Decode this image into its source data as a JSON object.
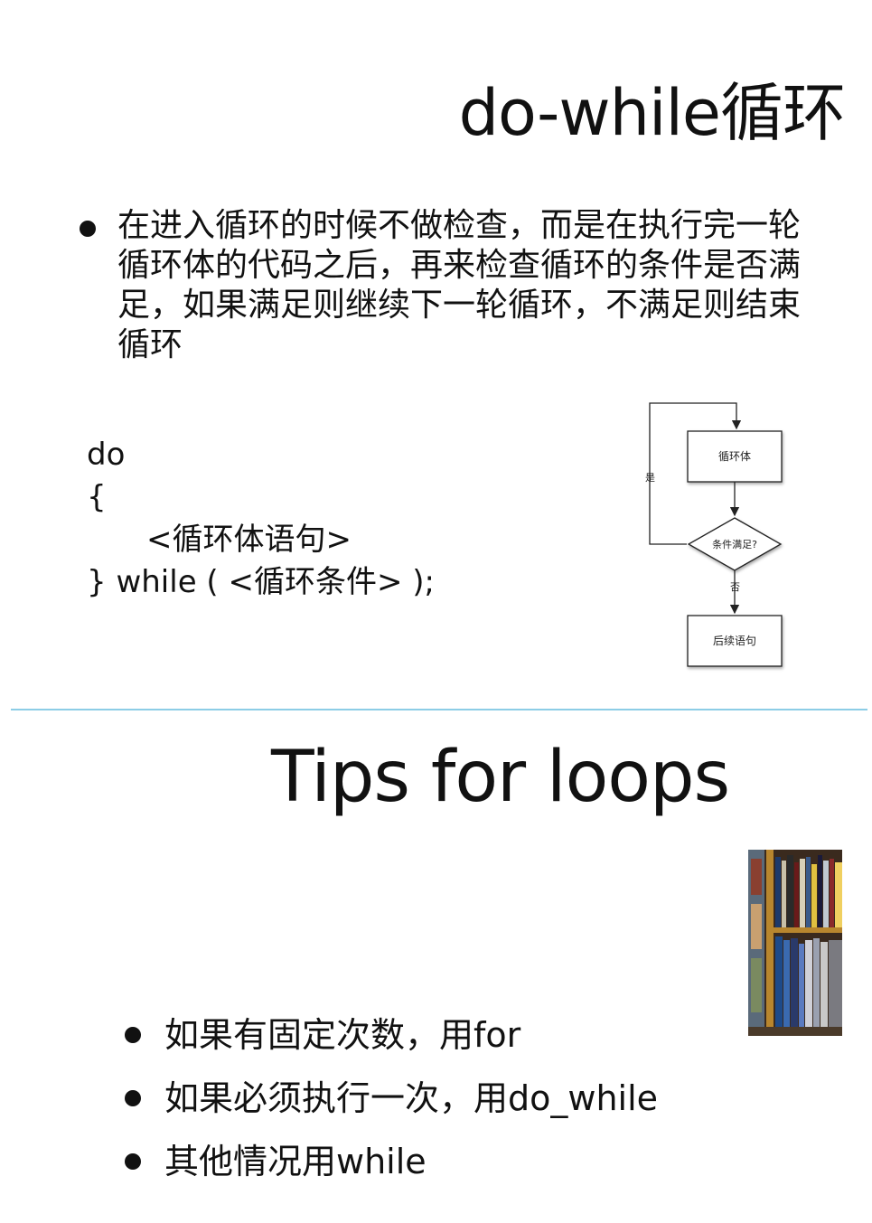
{
  "slide1": {
    "title": "do-while循环",
    "bullet": "在进入循环的时候不做检查，而是在执行完一轮循环体的代码之后，再来检查循环的条件是否满足，如果满足则继续下一轮循环，不满足则结束循环",
    "code": {
      "line1": "do",
      "line2": "{",
      "line3": "<循环体语句>",
      "line4": "} while ( <循环条件> );"
    },
    "flowchart": {
      "body_box": "循环体",
      "condition": "条件满足?",
      "yes_label": "是",
      "no_label": "否",
      "next_box": "后续语句"
    }
  },
  "slide2": {
    "title": "Tips for loops",
    "tips": [
      "如果有固定次数，用for",
      "如果必须执行一次，用do_while",
      "其他情况用while"
    ]
  },
  "colors": {
    "divider": "#8ccde6",
    "text": "#111111"
  }
}
